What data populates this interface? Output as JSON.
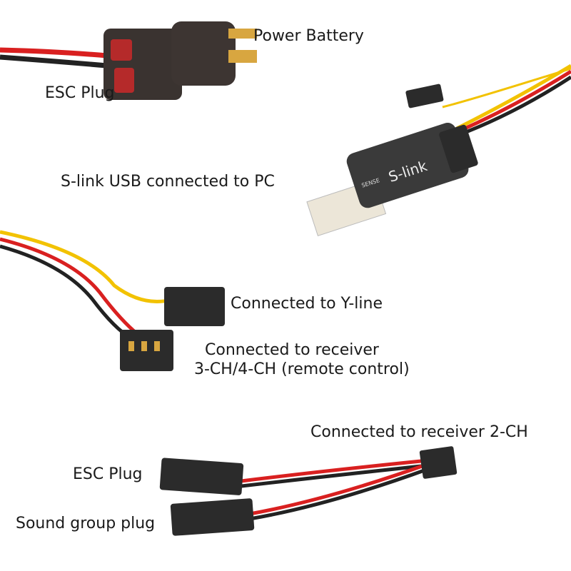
{
  "labels": {
    "power_battery": "Power Battery",
    "esc_plug_top": "ESC Plug",
    "slink_usb": "S-link USB connected to PC",
    "y_line": "Connected to Y-line",
    "receiver_34ch_line1": "Connected to receiver",
    "receiver_34ch_line2": "3-CH/4-CH (remote control)",
    "receiver_2ch": "Connected to receiver 2-CH",
    "esc_plug_bottom": "ESC Plug",
    "sound_group_plug": "Sound group plug"
  },
  "device_text": {
    "brand": "SENSE",
    "model": "S-link"
  },
  "colors": {
    "wire_red": "#d92020",
    "wire_black": "#222222",
    "wire_yellow": "#f2c200",
    "connector_dark": "#2b2b2b",
    "t_plug": "#3a3330",
    "t_plug_red": "#b52a2a",
    "gold": "#d8a640"
  }
}
